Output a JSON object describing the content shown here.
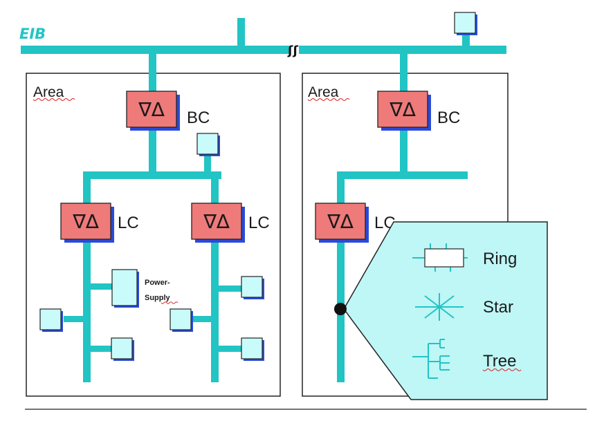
{
  "diagram": {
    "bus_label": "EIB",
    "areas": [
      {
        "label": "Area",
        "backbone_coupler": "BC",
        "line_couplers": [
          {
            "label": "LC"
          },
          {
            "label": "LC"
          }
        ],
        "power_supply_label": "Power-Supply"
      },
      {
        "label": "Area",
        "backbone_coupler": "BC",
        "line_couplers": [
          {
            "label": "LC"
          }
        ]
      }
    ],
    "coupler_symbol": "∇∆",
    "topologies": [
      {
        "label": "Ring",
        "icon": "ring-topology-icon"
      },
      {
        "label": "Star",
        "icon": "star-topology-icon"
      },
      {
        "label": "Tree",
        "icon": "tree-topology-icon"
      }
    ],
    "colors": {
      "bus": "#22c4c4",
      "coupler_fill": "#ef7a7a",
      "device_fill": "#c9fbfb",
      "shadow": "#2a4bd8",
      "callout_fill": "#bff6f6"
    }
  }
}
